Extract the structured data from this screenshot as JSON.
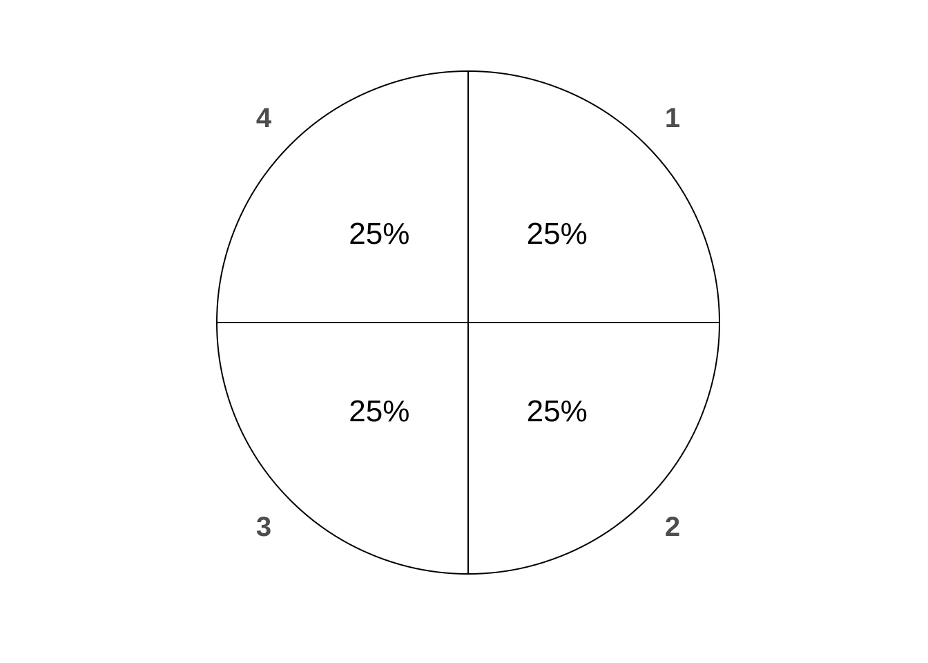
{
  "chart_data": {
    "type": "pie",
    "title": "",
    "categories": [
      "1",
      "2",
      "3",
      "4"
    ],
    "values": [
      25,
      25,
      25,
      25
    ],
    "labels": [
      "25%",
      "25%",
      "25%",
      "25%"
    ],
    "direction": "clockwise",
    "start_angle": "12 o'clock",
    "colors": {
      "slice_fill": "#ffffff",
      "slice_stroke": "#000000",
      "category_label": "#4d4d4d",
      "value_label": "#000000"
    },
    "legend": "none",
    "grid": false
  }
}
